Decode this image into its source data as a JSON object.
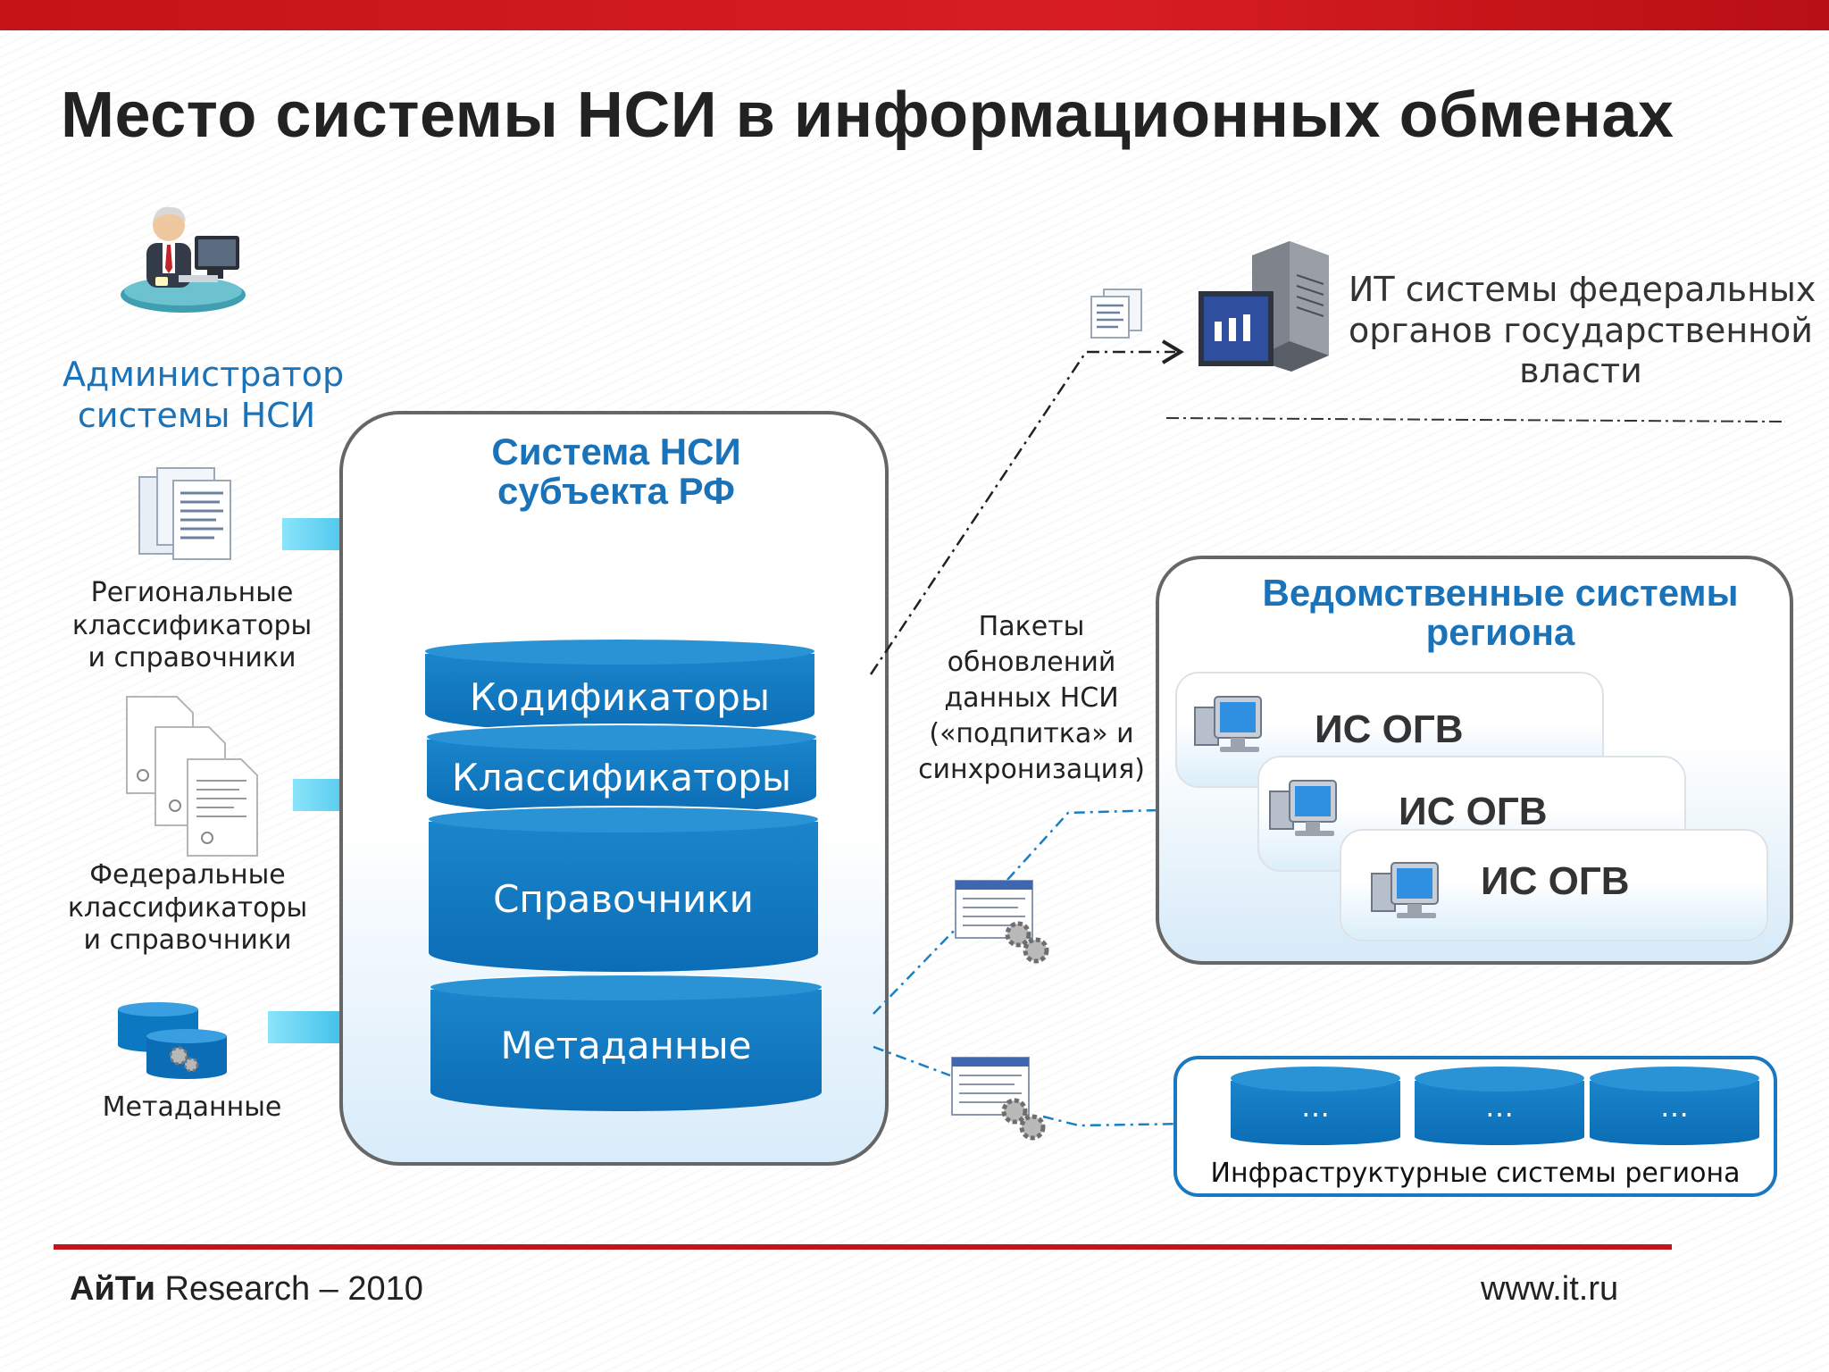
{
  "title": "Место системы НСИ в информационных обменах",
  "admin": {
    "line1": "Администратор",
    "line2": "системы НСИ"
  },
  "regional": {
    "line1": "Региональные",
    "line2": "классификаторы",
    "line3": "и справочники"
  },
  "federal": {
    "line1": "Федеральные",
    "line2": "классификаторы",
    "line3": "и справочники"
  },
  "metadata_label": "Метаданные",
  "nsi_system": {
    "title_line1": "Система НСИ",
    "title_line2": "субъекта РФ",
    "layers": [
      "Кодификаторы",
      "Классификаторы",
      "Справочники",
      "Метаданные"
    ]
  },
  "packets": {
    "line1": "Пакеты",
    "line2": "обновлений",
    "line3": "данных НСИ",
    "line4": "(«подпитка» и",
    "line5": "синхронизация)"
  },
  "federal_it": {
    "line1": "ИТ системы федеральных",
    "line2": "органов государственной",
    "line3": "власти"
  },
  "regional_systems": {
    "title_line1": "Ведомственные системы",
    "title_line2": "региона",
    "cards": [
      "ИС ОГВ",
      "ИС ОГВ",
      "ИС ОГВ"
    ]
  },
  "infra": {
    "caption": "Инфраструктурные системы региона",
    "placeholders": [
      "…",
      "…",
      "…"
    ]
  },
  "footer": {
    "brand_bold": "АйТи",
    "brand_rest": " Research – 2010",
    "url": "www.it.ru"
  },
  "colors": {
    "accent_red": "#c41418",
    "brand_blue": "#1a72b8",
    "cylinder_blue": "#0b6db5",
    "arrow_cyan": "#1eb5e8"
  }
}
